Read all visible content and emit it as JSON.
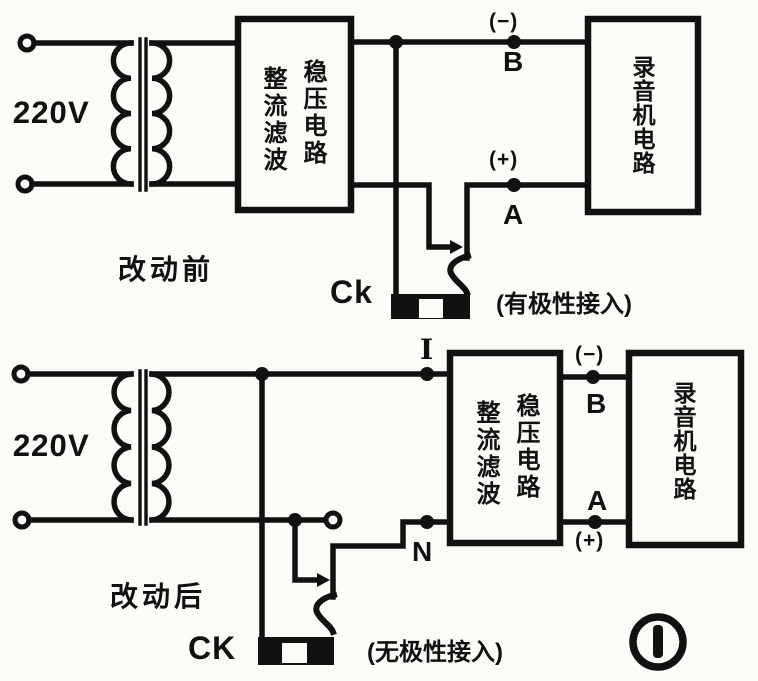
{
  "colors": {
    "ink": "#111111",
    "paper": "#fbfbf8"
  },
  "figure_badge": {
    "number": "1"
  },
  "before": {
    "caption": "改动前",
    "mains": "220V",
    "regulator_col_left": "整流滤波",
    "regulator_col_right": "稳压电路",
    "recorder": "录音机电路",
    "minus": "(−)",
    "b": "B",
    "plus": "(+)",
    "a": "A",
    "plug": "Ck",
    "note": "(有极性接入)"
  },
  "after": {
    "caption": "改动后",
    "mains": "220V",
    "regulator_col_left": "整流滤波",
    "regulator_col_right": "稳压电路",
    "recorder": "录音机电路",
    "i": "I",
    "minus": "(−)",
    "b": "B",
    "a": "A",
    "plus": "(+)",
    "n": "N",
    "plug": "CK",
    "note": "(无极性接入)"
  }
}
